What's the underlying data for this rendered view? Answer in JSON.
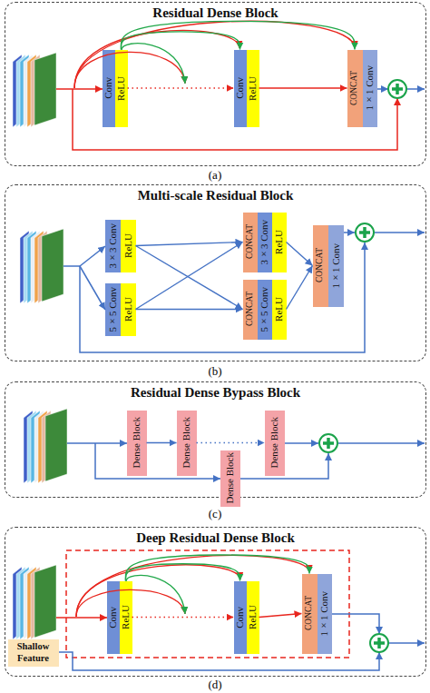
{
  "diagram": {
    "nodes": [
      {
        "text": [
          "Residual Dense Block"
        ]
      },
      {
        "text": [
          "Conv"
        ],
        "in": 0
      },
      {
        "text": [
          "ReLU"
        ],
        "in": 0
      },
      {
        "text": [
          "Conv"
        ],
        "in": 0
      },
      {
        "text": [
          "ReLU"
        ],
        "in": 0
      },
      {
        "text": [
          "CONCAT"
        ],
        "in": 0
      },
      {
        "text": [
          "1×1 Conv"
        ],
        "in": 0
      },
      {
        "text": [
          "Multi-scale Residual Block"
        ]
      },
      {
        "text": [
          "3×3 Conv"
        ],
        "in": 7
      },
      {
        "text": [
          "ReLU"
        ],
        "in": 7
      },
      {
        "text": [
          "5×5 Conv"
        ],
        "in": 7
      },
      {
        "text": [
          "ReLU"
        ],
        "in": 7
      },
      {
        "text": [
          "CONCAT"
        ],
        "in": 7
      },
      {
        "text": [
          "3×3 Conv"
        ],
        "in": 7
      },
      {
        "text": [
          "ReLU"
        ],
        "in": 7
      },
      {
        "text": [
          "CONCAT"
        ],
        "in": 7
      },
      {
        "text": [
          "5×5 Conv"
        ],
        "in": 7
      },
      {
        "text": [
          "ReLU"
        ],
        "in": 7
      },
      {
        "text": [
          "CONCAT"
        ],
        "in": 7
      },
      {
        "text": [
          "1×1 Conv"
        ],
        "in": 7
      },
      {
        "text": [
          "Residual Dense Bypass Block"
        ]
      },
      {
        "text": [
          "Dense Block"
        ],
        "in": 20
      },
      {
        "text": [
          "Dense Block"
        ],
        "in": 20
      },
      {
        "text": [
          "Dense Block"
        ],
        "in": 20
      },
      {
        "text": [
          "Dense Block"
        ],
        "in": 20
      },
      {
        "text": [
          "Deep Residual Dense Block"
        ]
      },
      {
        "text": [
          "Conv"
        ],
        "in": 25
      },
      {
        "text": [
          "ReLU"
        ],
        "in": 25
      },
      {
        "text": [
          "Conv"
        ],
        "in": 25
      },
      {
        "text": [
          "ReLU"
        ],
        "in": 25
      },
      {
        "text": [
          "CONCAT"
        ],
        "in": 25
      },
      {
        "text": [
          "1×1 Conv"
        ],
        "in": 25
      },
      {
        "text": [
          "Shallow Feature"
        ],
        "in": 25
      }
    ],
    "edges": [
      {
        "from": 2,
        "to": 3,
        "arrow": "to"
      },
      {
        "from": 2,
        "to": 3,
        "arrow": "to"
      },
      {
        "from": 2,
        "to": 5,
        "arrow": "to"
      },
      {
        "from": 4,
        "to": 5,
        "arrow": "to"
      },
      {
        "from": 9,
        "to": 12,
        "arrow": "to"
      },
      {
        "from": 9,
        "to": 15,
        "arrow": "to"
      },
      {
        "from": 11,
        "to": 12,
        "arrow": "to"
      },
      {
        "from": 11,
        "to": 15,
        "arrow": "to"
      },
      {
        "from": 14,
        "to": 18,
        "arrow": "to"
      },
      {
        "from": 17,
        "to": 18,
        "arrow": "to"
      },
      {
        "from": 21,
        "to": 22,
        "arrow": "to"
      },
      {
        "from": 22,
        "to": 23,
        "arrow": "to"
      },
      {
        "from": 27,
        "to": 28,
        "arrow": "to"
      },
      {
        "from": 27,
        "to": 28,
        "arrow": "to"
      },
      {
        "from": 27,
        "to": 30,
        "arrow": "to"
      },
      {
        "from": 29,
        "to": 30,
        "arrow": "to"
      }
    ],
    "labels": [
      "(a)",
      "(b)",
      "(c)",
      "(d)"
    ]
  }
}
